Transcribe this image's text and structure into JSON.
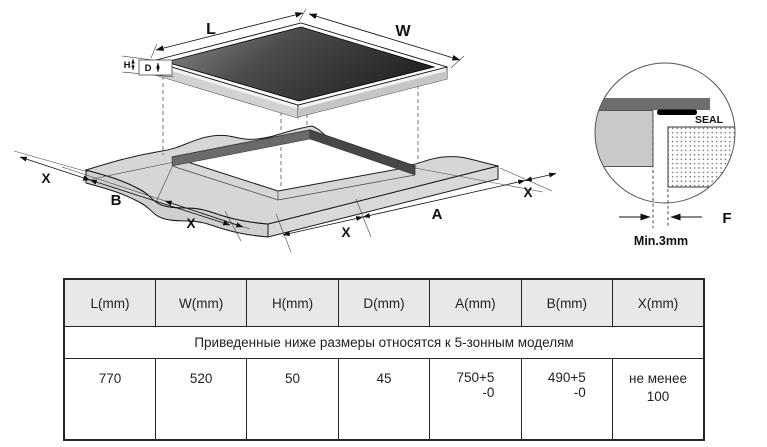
{
  "diagram": {
    "labels": {
      "l": "L",
      "w": "W",
      "h": "H",
      "d": "D",
      "a": "A",
      "b": "B",
      "x": "X"
    }
  },
  "detail": {
    "seal_label": "SEAL",
    "f_label": "F",
    "min_gap": "Min.3mm"
  },
  "table": {
    "headers": [
      "L(mm)",
      "W(mm)",
      "H(mm)",
      "D(mm)",
      "A(mm)",
      "B(mm)",
      "X(mm)"
    ],
    "note": "Приведенные ниже размеры относятся к 5-зонным моделям",
    "values": [
      {
        "main": "770",
        "sub": ""
      },
      {
        "main": "520",
        "sub": ""
      },
      {
        "main": "50",
        "sub": ""
      },
      {
        "main": "45",
        "sub": ""
      },
      {
        "main": "750+5",
        "sub": "-0"
      },
      {
        "main": "490+5",
        "sub": "-0"
      },
      {
        "main": "не менее",
        "sub": "100"
      }
    ]
  }
}
